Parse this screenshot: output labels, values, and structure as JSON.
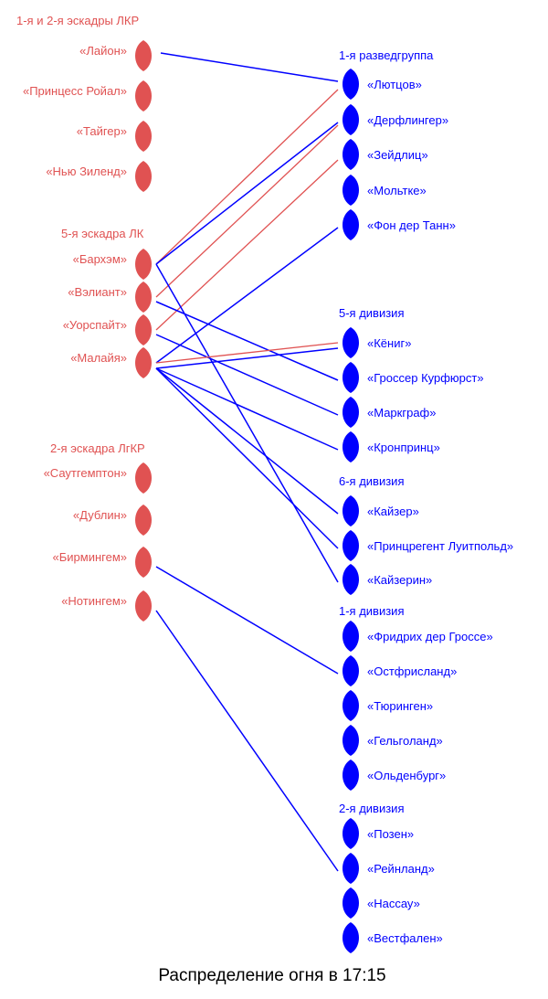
{
  "title": "Распределение огня в 17:15",
  "colors": {
    "british": "#e05252",
    "german": "#0000ff"
  },
  "british_groups": [
    {
      "name": "1-я и 2-я эскадры ЛКР",
      "ships": [
        "«Лайон»",
        "«Принцесс Ройал»",
        "«Тайгер»",
        "«Нью Зиленд»"
      ]
    },
    {
      "name": "5-я эскадра ЛК",
      "ships": [
        "«Бархэм»",
        "«Вэлиант»",
        "«Уорспайт»",
        "«Малайя»"
      ]
    },
    {
      "name": "2-я эскадра ЛгКР",
      "ships": [
        "«Саутгемптон»",
        "«Дублин»",
        "«Бирмингем»",
        "«Нотингем»"
      ]
    }
  ],
  "german_groups": [
    {
      "name": "1-я разведгруппа",
      "ships": [
        "«Лютцов»",
        "«Дерфлингер»",
        "«Зейдлиц»",
        "«Мольтке»",
        "«Фон дер Танн»"
      ]
    },
    {
      "name": "5-я дивизия",
      "ships": [
        "«Кёниг»",
        "«Гроссер Курфюрст»",
        "«Маркграф»",
        "«Кронпринц»"
      ]
    },
    {
      "name": "6-я дивизия",
      "ships": [
        "«Кайзер»",
        "«Принцрегент Луитпольд»",
        "«Кайзерин»"
      ]
    },
    {
      "name": "1-я дивизия",
      "ships": [
        "«Фридрих дер Гроссе»",
        "«Остфрисланд»",
        "«Тюринген»",
        "«Гельголанд»",
        "«Ольденбург»"
      ]
    },
    {
      "name": "2-я дивизия",
      "ships": [
        "«Позен»",
        "«Рейнланд»",
        "«Нассау»",
        "«Вестфален»"
      ]
    }
  ],
  "fire": [
    {
      "from": "«Лайон»",
      "to": "«Лютцов»",
      "side": "german"
    },
    {
      "from": "«Бархэм»",
      "to": "«Лютцов»",
      "side": "british"
    },
    {
      "from": "«Бархэм»",
      "to": "«Дерфлингер»",
      "side": "german"
    },
    {
      "from": "«Вэлиант»",
      "to": "«Дерфлингер»",
      "side": "british"
    },
    {
      "from": "«Уорспайт»",
      "to": "«Зейдлиц»",
      "side": "british"
    },
    {
      "from": "«Малайя»",
      "to": "«Фон дер Танн»",
      "side": "german"
    },
    {
      "from": "«Бархэм»",
      "to": "«Кайзерин»",
      "side": "german"
    },
    {
      "from": "«Вэлиант»",
      "to": "«Гроссер Курфюрст»",
      "side": "german"
    },
    {
      "from": "«Уорспайт»",
      "to": "«Маркграф»",
      "side": "german"
    },
    {
      "from": "«Малайя»",
      "to": "«Кёниг»",
      "side": "british"
    },
    {
      "from": "«Малайя»",
      "to": "«Кёниг»",
      "side": "german"
    },
    {
      "from": "«Малайя»",
      "to": "«Кронпринц»",
      "side": "german"
    },
    {
      "from": "«Малайя»",
      "to": "«Кайзер»",
      "side": "german"
    },
    {
      "from": "«Малайя»",
      "to": "«Принцрегент Луитпольд»",
      "side": "german"
    },
    {
      "from": "«Бирмингем»",
      "to": "«Остфрисланд»",
      "side": "german"
    },
    {
      "from": "«Нотингем»",
      "to": "«Рейнланд»",
      "side": "german"
    }
  ]
}
